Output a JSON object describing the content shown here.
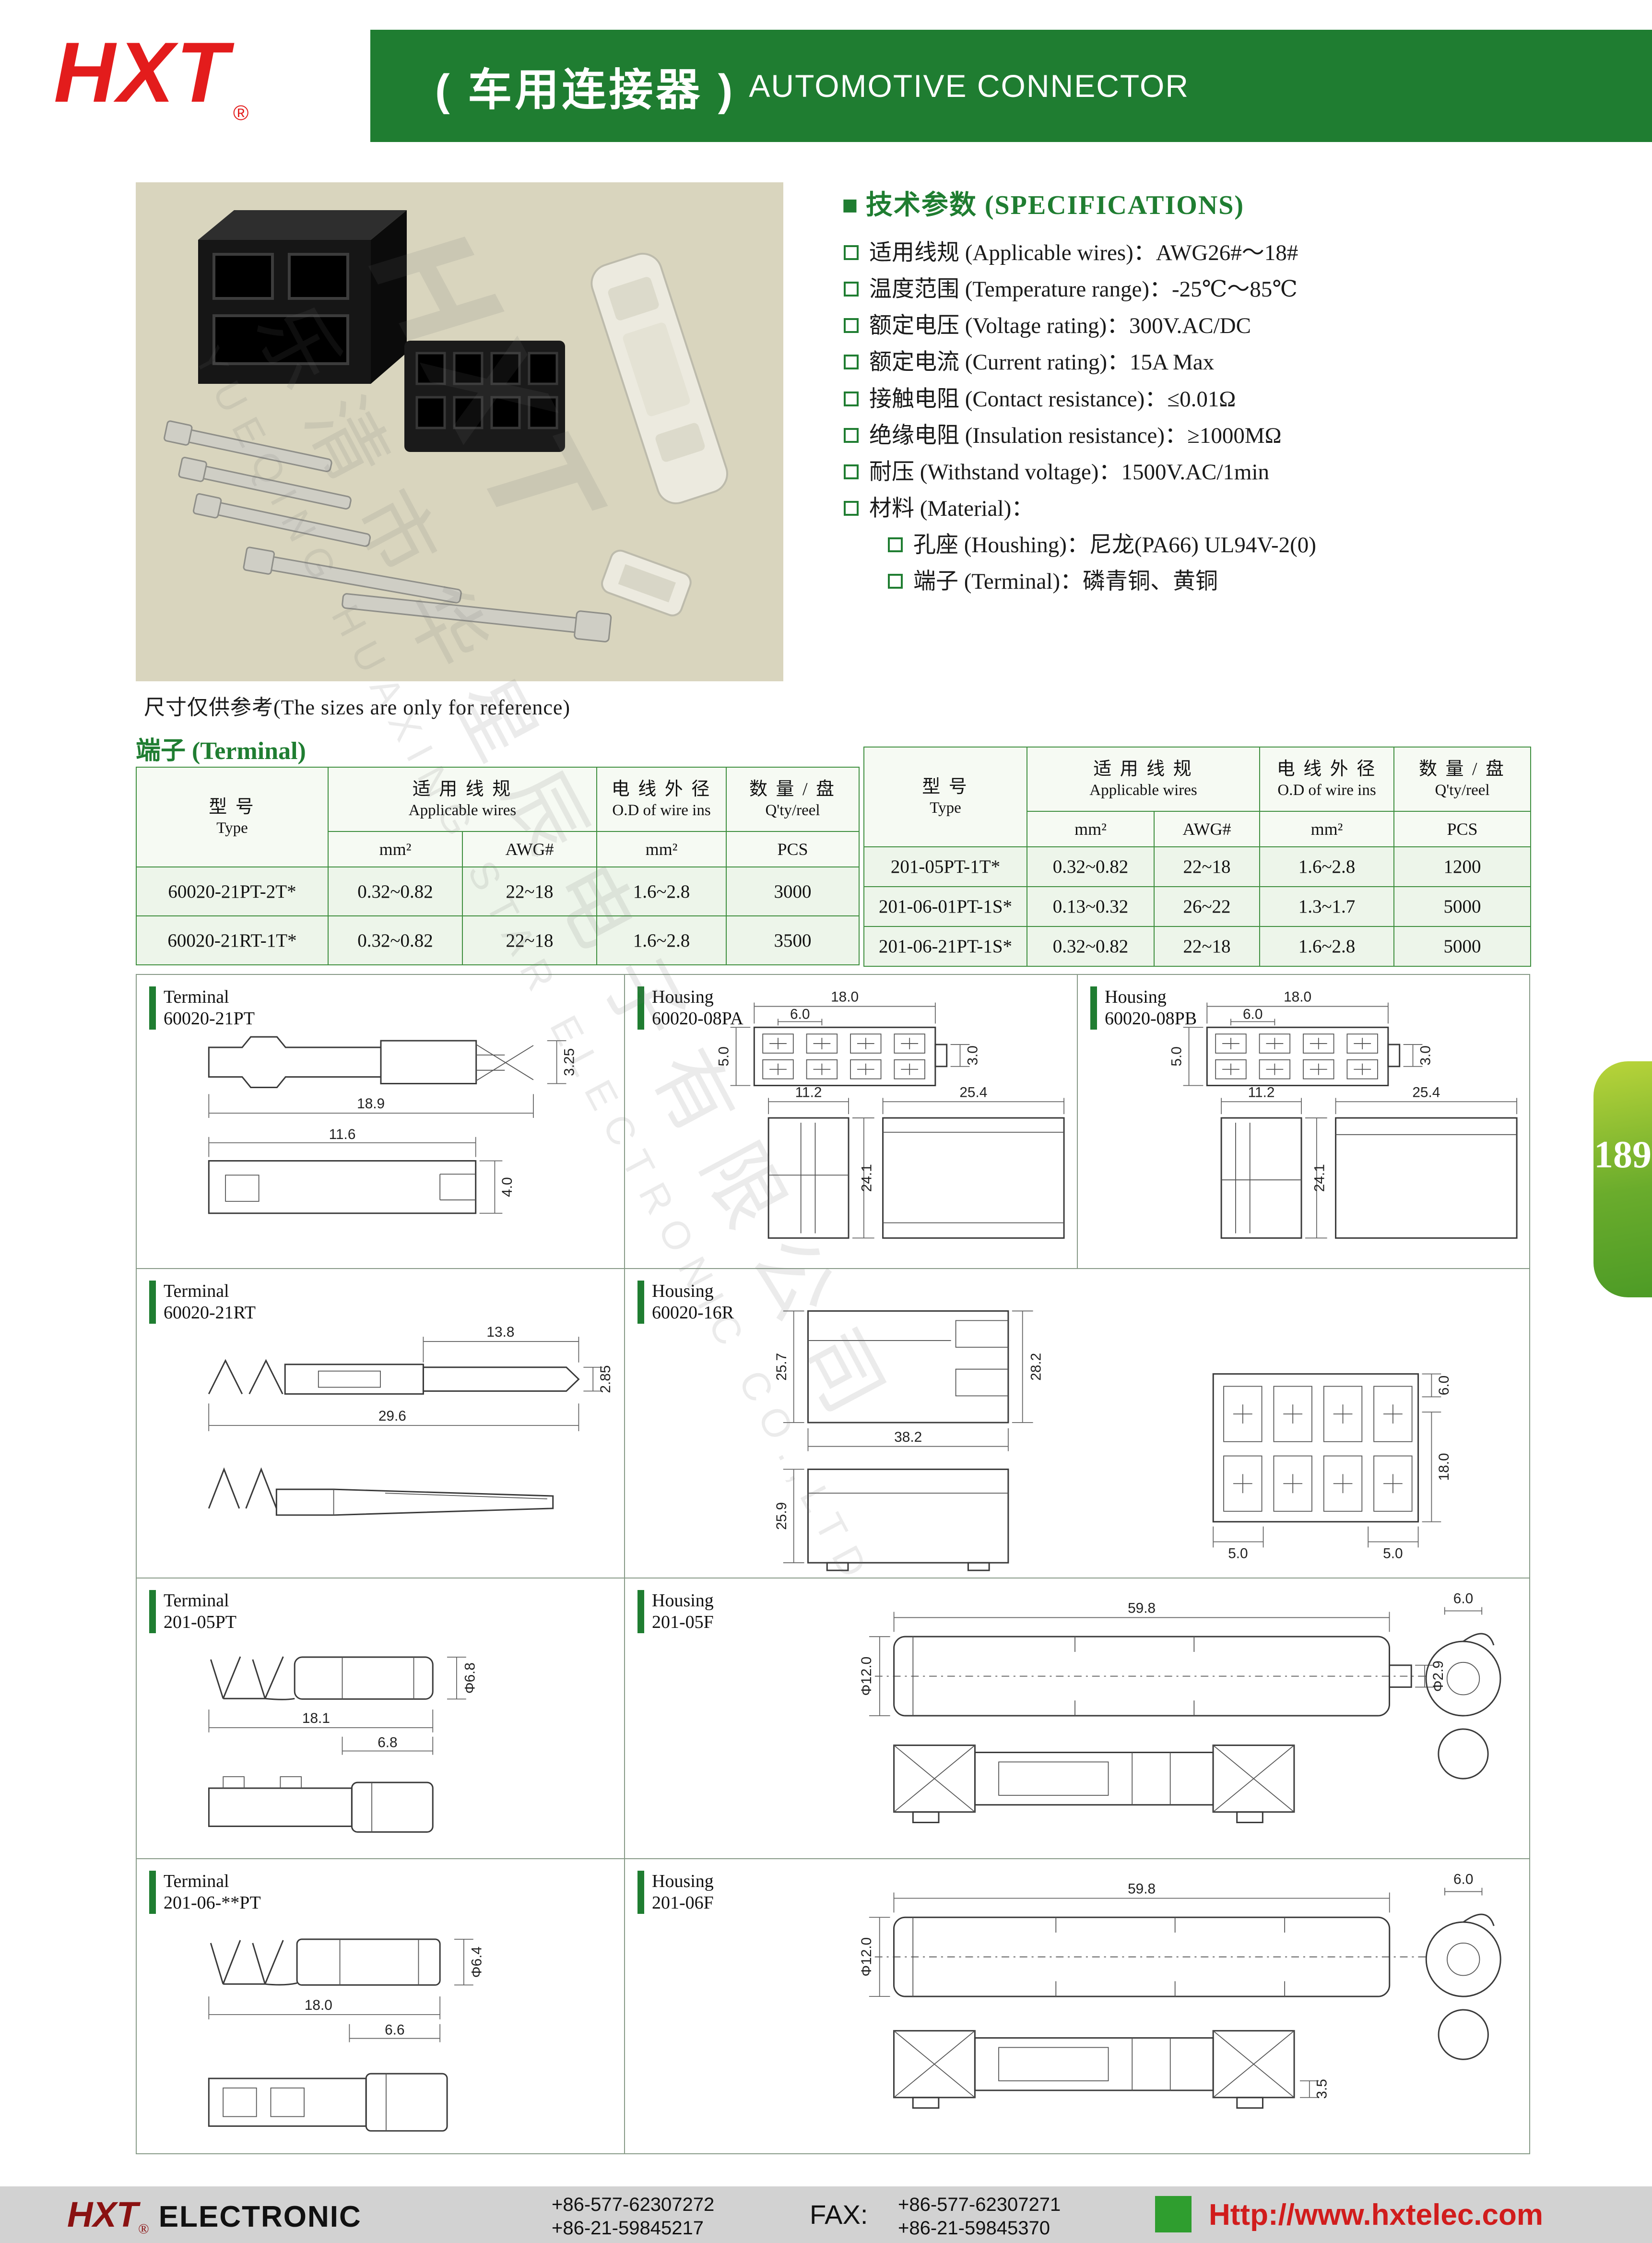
{
  "header": {
    "logo_text": "HXT",
    "logo_reg": "®",
    "banner_cn": "( 车用连接器 )",
    "banner_en": "AUTOMOTIVE CONNECTOR"
  },
  "photo": {
    "caption": "尺寸仅供参考(The sizes are only for reference)"
  },
  "specs": {
    "bullet": "■",
    "title": "技术参数 (SPECIFICATIONS)",
    "items": [
      "适用线规 (Applicable wires)：AWG26#～18#",
      "温度范围 (Temperature range)：-25℃～85℃",
      "额定电压 (Voltage rating)：300V.AC/DC",
      "额定电流 (Current rating)：15A Max",
      "接触电阻 (Contact resistance)：≤0.01Ω",
      "绝缘电阻 (Insulation resistance)：≥1000MΩ",
      "耐压 (Withstand voltage)：1500V.AC/1min",
      "材料 (Material)："
    ],
    "sub_items": [
      "孔座 (Houshing)：尼龙(PA66) UL94V-2(0)",
      "端子 (Terminal)：磷青铜、黄铜"
    ]
  },
  "terminal_section": {
    "title": "端子 (Terminal)"
  },
  "tables": {
    "headers": {
      "type_cn": "型  号",
      "type_en": "Type",
      "wires_cn": "适 用 线 规",
      "wires_en": "Applicable wires",
      "od_cn": "电 线 外 径",
      "od_en": "O.D of wire ins",
      "qty_cn": "数 量 / 盘",
      "qty_en": "Q'ty/reel",
      "sub_mm2": "mm²",
      "sub_awg": "AWG#",
      "sub_od": "mm²",
      "sub_pcs": "PCS"
    },
    "left_rows": [
      [
        "60020-21PT-2T*",
        "0.32~0.82",
        "22~18",
        "1.6~2.8",
        "3000"
      ],
      [
        "60020-21RT-1T*",
        "0.32~0.82",
        "22~18",
        "1.6~2.8",
        "3500"
      ]
    ],
    "right_rows": [
      [
        "201-05PT-1T*",
        "0.32~0.82",
        "22~18",
        "1.6~2.8",
        "1200"
      ],
      [
        "201-06-01PT-1S*",
        "0.13~0.32",
        "26~22",
        "1.3~1.7",
        "5000"
      ],
      [
        "201-06-21PT-1S*",
        "0.32~0.82",
        "22~18",
        "1.6~2.8",
        "5000"
      ]
    ]
  },
  "drawings": {
    "cells": [
      {
        "kind": "Terminal",
        "part": "60020-21PT",
        "d_len": "18.9",
        "d_inner": "11.6",
        "d_h1": "3.25",
        "d_h2": "4.0"
      },
      {
        "kind": "Housing",
        "part": "60020-08PA",
        "d_w": "18.0",
        "d_pitch": "6.0",
        "d_h": "5.0",
        "d_peg": "3.0",
        "d_fw": "11.2",
        "d_sw": "25.4",
        "d_fh": "24.1"
      },
      {
        "kind": "Housing",
        "part": "60020-08PB",
        "d_w": "18.0",
        "d_pitch": "6.0",
        "d_h": "5.0",
        "d_peg": "3.0",
        "d_fw": "11.2",
        "d_sw": "25.4",
        "d_fh": "24.1"
      },
      {
        "kind": "Terminal",
        "part": "60020-21RT",
        "d_blade": "13.8",
        "d_t": "2.85",
        "d_len": "29.6"
      },
      {
        "kind": "Housing",
        "part": "60020-16R",
        "d_h1": "25.7",
        "d_h2": "28.2",
        "d_w": "38.2",
        "d_h3": "25.9",
        "d_pitch": "6.0",
        "d_fh": "18.0",
        "d_m1": "5.0",
        "d_m2": "5.0"
      },
      {
        "kind": "Terminal",
        "part": "201-05PT",
        "d_dia": "Φ6.8",
        "d_len": "18.1",
        "d_body": "6.8"
      },
      {
        "kind": "Housing",
        "part": "201-05F",
        "d_len": "59.8",
        "d_dia": "Φ12.0",
        "d_hole": "Φ2.9",
        "d_end": "6.0"
      },
      {
        "kind": "Terminal",
        "part": "201-06-**PT",
        "d_dia": "Φ6.4",
        "d_len": "18.0",
        "d_body": "6.6"
      },
      {
        "kind": "Housing",
        "part": "201-06F",
        "d_len": "59.8",
        "d_dia": "Φ12.0",
        "d_gap": "3.5",
        "d_end": "6.0"
      }
    ]
  },
  "page_tab": "189",
  "watermark": {
    "big": "HXT",
    "line1": "乐清市华星辰电子有限公司",
    "line2": "YUEQING HUAXING STAR ELECTRONIC CO.,LTD"
  },
  "footer": {
    "logo": "HXT",
    "logo_reg": "®",
    "brand": "ELECTRONIC",
    "tel1": "+86-577-62307272",
    "tel2": "+86-21-59845217",
    "fax_label": "FAX:",
    "fax1": "+86-577-62307271",
    "fax2": "+86-21-59845370",
    "website": "Http://www.hxtelec.com"
  }
}
